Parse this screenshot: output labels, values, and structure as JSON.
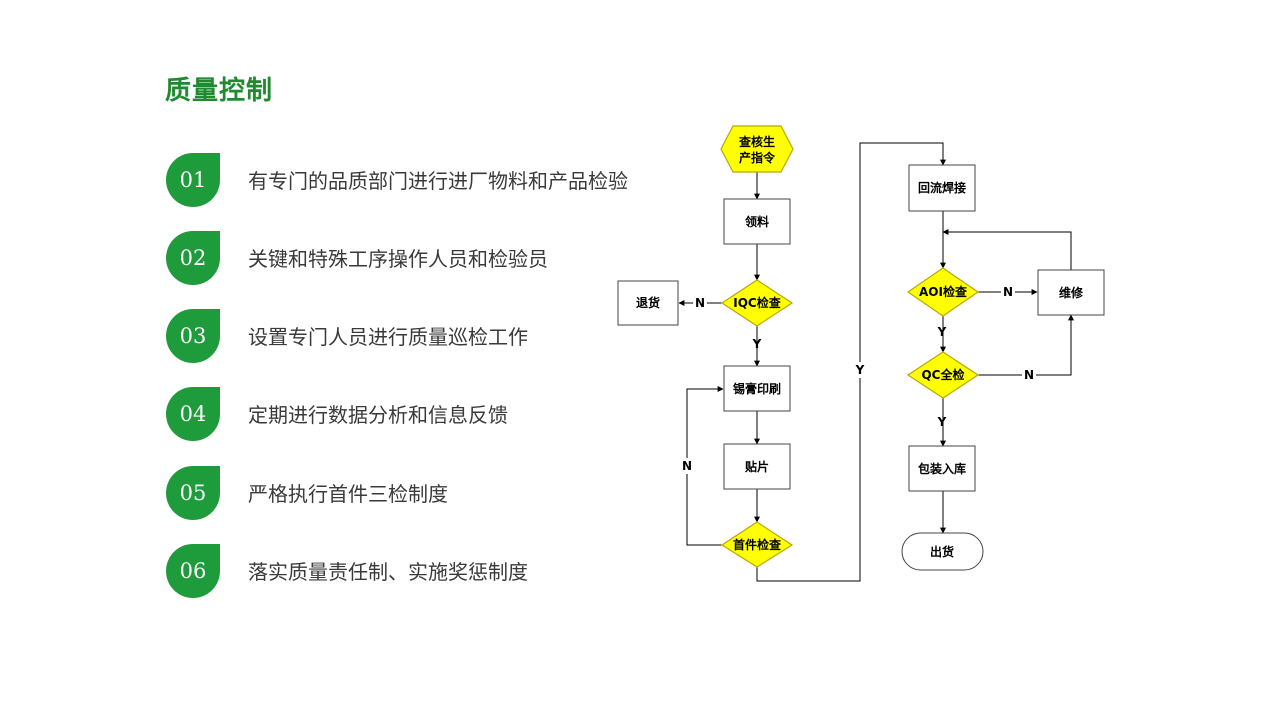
{
  "title": "质量控制",
  "items": [
    {
      "num": "01",
      "text": "有专门的品质部门进行进厂物料和产品检验"
    },
    {
      "num": "02",
      "text": "关键和特殊工序操作人员和检验员"
    },
    {
      "num": "03",
      "text": "设置专门人员进行质量巡检工作"
    },
    {
      "num": "04",
      "text": "定期进行数据分析和信息反馈"
    },
    {
      "num": "05",
      "text": "严格执行首件三检制度"
    },
    {
      "num": "06",
      "text": "落实质量责任制、实施奖惩制度"
    }
  ],
  "flow": {
    "nodes": {
      "check_order_1": "查核生",
      "check_order_2": "产指令",
      "pick": "领料",
      "iqc": "IQC检查",
      "return": "退货",
      "solder_print": "锡膏印刷",
      "mount": "贴片",
      "first_check": "首件检查",
      "reflow": "回流焊接",
      "aoi": "AOI检查",
      "repair": "维修",
      "qc": "QC全检",
      "pack": "包装入库",
      "ship": "出货"
    },
    "labels": {
      "yes": "Y",
      "no": "N"
    }
  },
  "colors": {
    "accent": "#1f8a2e",
    "badge": "#1e9c3c",
    "decision_fill": "#ffff00",
    "decision_stroke": "#b8a800"
  }
}
